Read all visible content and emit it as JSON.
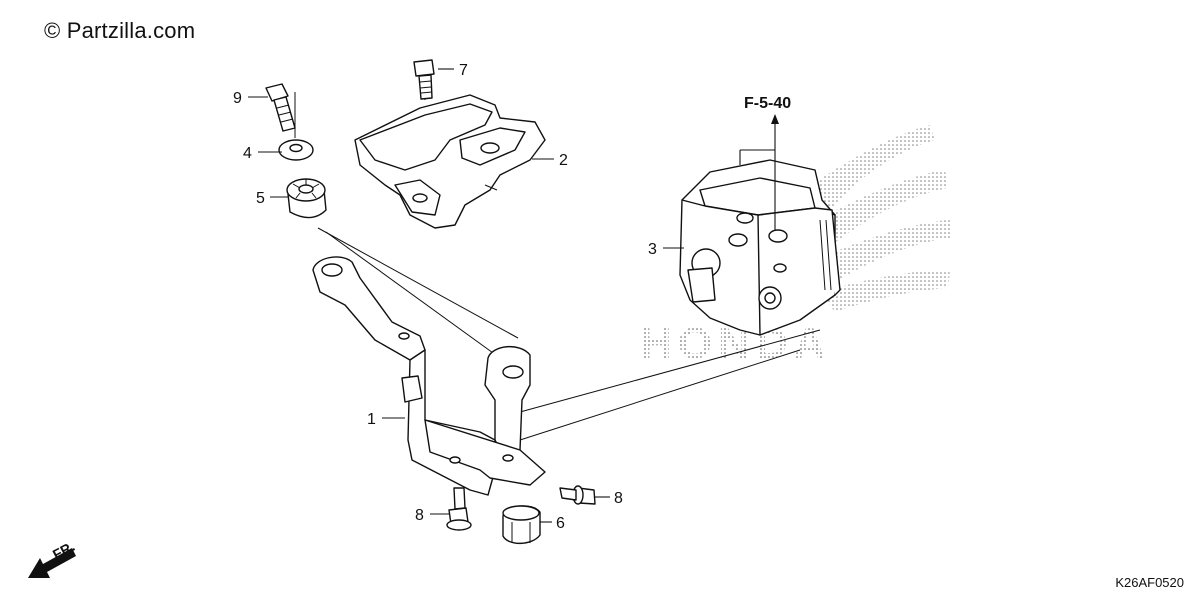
{
  "watermark": "© Partzilla.com",
  "diagram_code": "K26AF0520",
  "reference": "F-5-40",
  "direction_label": "FR.",
  "brand_watermark": "HONDA",
  "callouts": {
    "c1": "1",
    "c2": "2",
    "c3": "3",
    "c4": "4",
    "c5": "5",
    "c6": "6",
    "c7": "7",
    "c8a": "8",
    "c8b": "8",
    "c9": "9"
  },
  "icons": [
    "copyright-mark",
    "front-direction-arrow-icon"
  ]
}
